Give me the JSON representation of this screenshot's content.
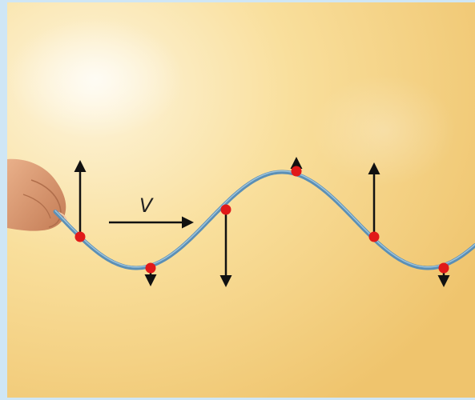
{
  "velocity_label": "V",
  "colors": {
    "background_light": "#fdf3d6",
    "background_mid": "#f9dc94",
    "background_dark": "#efc36c",
    "border": "#cfe6f5",
    "string": "#5b8fb5",
    "string_highlight": "#9cc3dc",
    "point": "#e11919",
    "arrow": "#111111",
    "hand_skin": "#d7946d"
  },
  "icons": [
    "hand-icon"
  ],
  "string_points": [
    {
      "name": "point-1",
      "motion": "up"
    },
    {
      "name": "point-2",
      "motion": "down"
    },
    {
      "name": "point-3",
      "motion": "down"
    },
    {
      "name": "point-4",
      "motion": "up"
    },
    {
      "name": "point-5",
      "motion": "up"
    },
    {
      "name": "point-6",
      "motion": "down"
    }
  ]
}
